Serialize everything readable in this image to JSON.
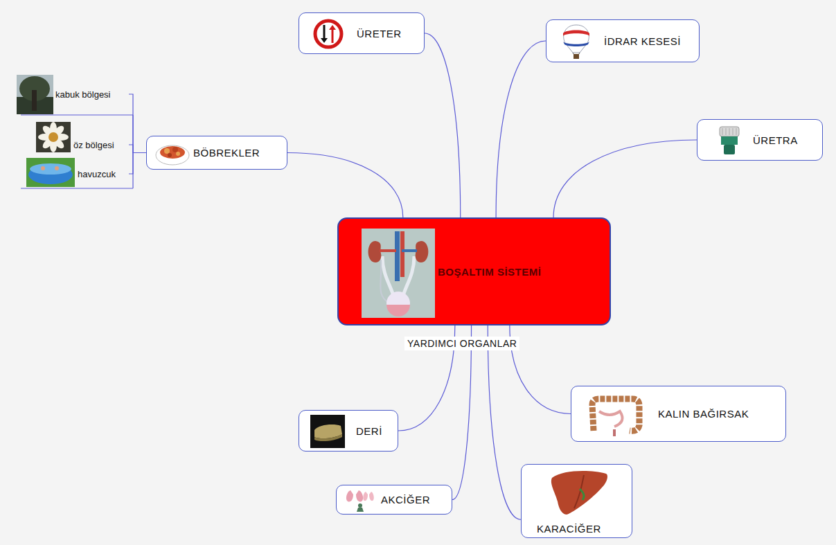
{
  "diagram": {
    "nodes": [
      {
        "text": [
          "BOŞALTIM SİSTEMİ"
        ]
      },
      {
        "text": [
          "ÜRETER"
        ]
      },
      {
        "text": [
          "İDRAR KESESİ"
        ]
      },
      {
        "text": [
          "ÜRETRA"
        ]
      },
      {
        "text": [
          "BÖBREKLER"
        ]
      },
      {
        "text": [
          "kabuk bölgesi"
        ]
      },
      {
        "text": [
          "öz bölgesi"
        ]
      },
      {
        "text": [
          "havuzcuk"
        ]
      },
      {
        "text": [
          "KALIN BAĞIRSAK"
        ]
      },
      {
        "text": [
          "KARACİĞER"
        ]
      },
      {
        "text": [
          "AKCİĞER"
        ]
      },
      {
        "text": [
          "DERİ"
        ]
      }
    ],
    "edges": [
      {
        "from": 0,
        "to": 1,
        "arrow": "none"
      },
      {
        "from": 0,
        "to": 2,
        "arrow": "none"
      },
      {
        "from": 0,
        "to": 3,
        "arrow": "none"
      },
      {
        "from": 0,
        "to": 4,
        "arrow": "none"
      },
      {
        "from": 4,
        "to": 5,
        "arrow": "none"
      },
      {
        "from": 4,
        "to": 6,
        "arrow": "none"
      },
      {
        "from": 4,
        "to": 7,
        "arrow": "none"
      },
      {
        "from": 0,
        "to": 8,
        "arrow": "none"
      },
      {
        "from": 0,
        "to": 9,
        "arrow": "none"
      },
      {
        "from": 0,
        "to": 10,
        "arrow": "none"
      },
      {
        "from": 0,
        "to": 11,
        "arrow": "none"
      }
    ],
    "labels": [
      "YARDIMCI ORGANLAR"
    ]
  }
}
